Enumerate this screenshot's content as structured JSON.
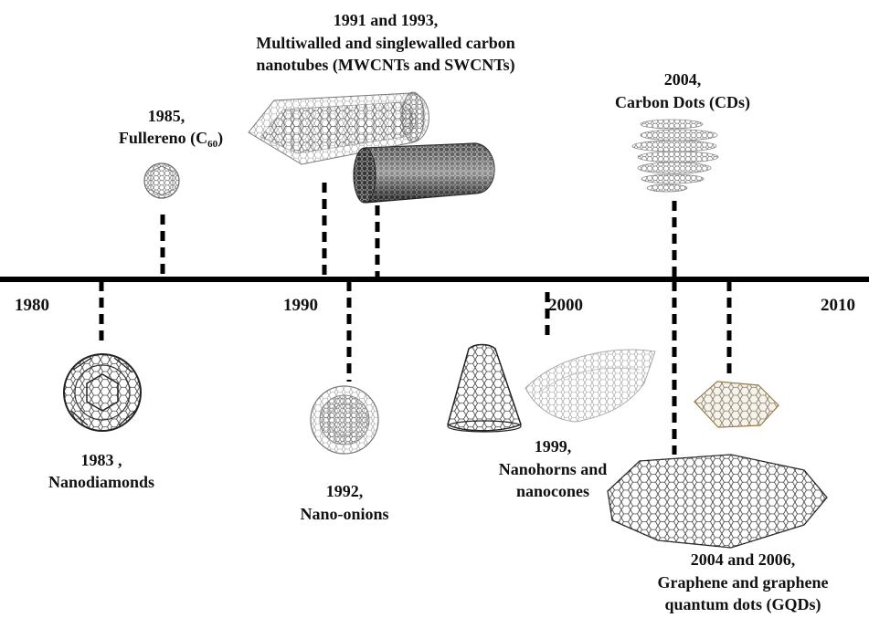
{
  "timeline": {
    "ticks": [
      "1980",
      "1990",
      "2000",
      "2010"
    ],
    "colors": {
      "line": "#000000",
      "text": "#111111",
      "mesh": "#555555"
    }
  },
  "events": {
    "fullerene": {
      "year": "1985,",
      "name_main": "Fullereno (C",
      "name_sub": "60",
      "name_end": ")",
      "icon": "fullerene-icon"
    },
    "nanotubes": {
      "year": "1991 and 1993,",
      "line1": "Multiwalled and singlewalled carbon",
      "line2": "nanotubes (MWCNTs and SWCNTs)",
      "icon": "nanotube-icon"
    },
    "carbon_dots": {
      "year": "2004,",
      "name": "Carbon Dots (CDs)",
      "icon": "carbon-dots-icon"
    },
    "nanodiamonds": {
      "year": "1983 ,",
      "name": "Nanodiamonds",
      "icon": "nanodiamond-icon"
    },
    "nano_onions": {
      "year": "1992,",
      "name": "Nano-onions",
      "icon": "nano-onion-icon"
    },
    "nanohorns": {
      "year": "1999,",
      "line1": "Nanohorns and",
      "line2": "nanocones",
      "icon": "nanohorn-icon"
    },
    "graphene": {
      "year": "2004 and 2006,",
      "line1": "Graphene and graphene",
      "line2": "quantum dots (GQDs)",
      "icon": "graphene-icon"
    }
  }
}
